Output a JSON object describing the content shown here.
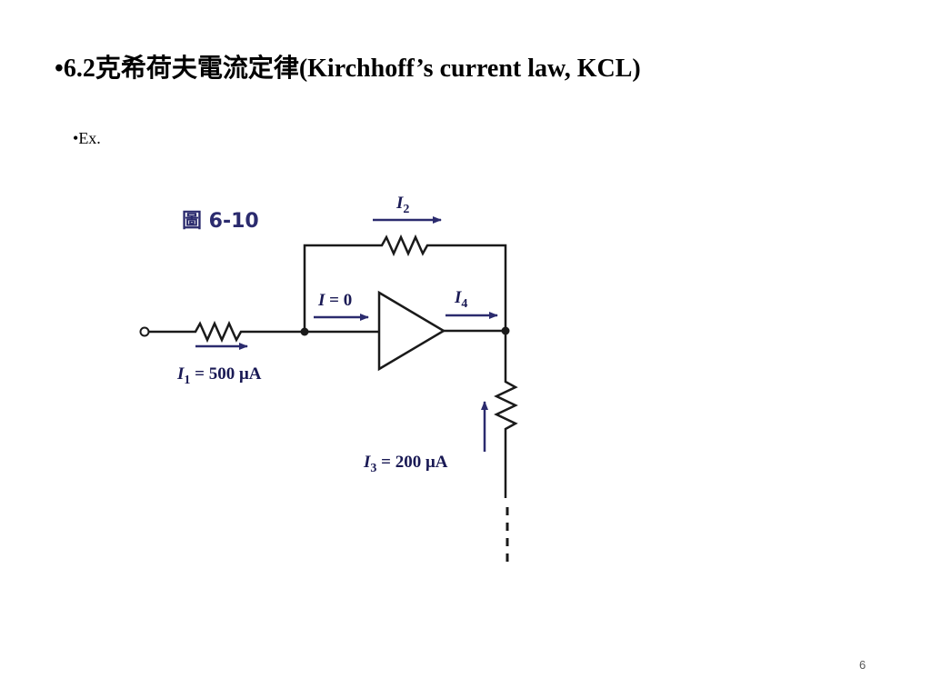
{
  "slide": {
    "bullet": "•",
    "title": "6.2克希荷夫電流定律(Kirchhoff’s current law, KCL)",
    "sub_text": "Ex.",
    "page_number": "6"
  },
  "figure": {
    "label": "圖 6-10",
    "i2": {
      "symbol": "I",
      "sub": "2"
    },
    "i_zero": {
      "symbol": "I",
      "rest": " = 0"
    },
    "i4": {
      "symbol": "I",
      "sub": "4"
    },
    "i1": {
      "symbol": "I",
      "sub": "1",
      "value": " = 500 μA"
    },
    "i3": {
      "symbol": "I",
      "sub": "3",
      "value": " = 200 μA"
    }
  },
  "colors": {
    "wire": "#1a1a1a",
    "arrow": "#2b2b6e",
    "label": "#1a1a55"
  }
}
